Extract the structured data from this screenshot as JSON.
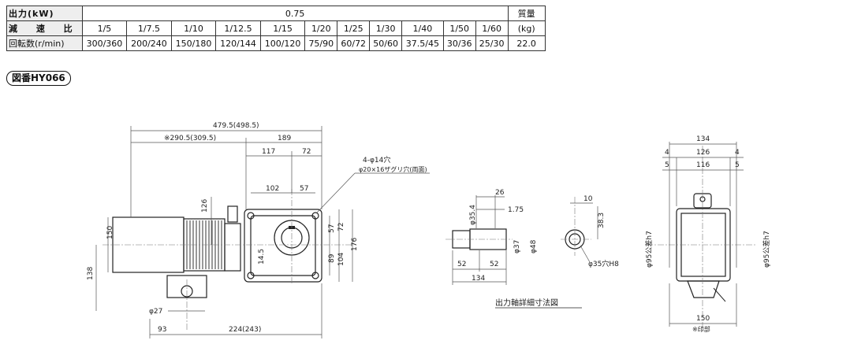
{
  "table": {
    "h_output": "出力(kW)",
    "output_value": "0.75",
    "h_ratio": "減 速 比",
    "h_rpm": "回転数(r/min)",
    "h_mass": "質量",
    "mass_unit": "(kg)",
    "mass_value": "22.0",
    "ratios": [
      "1/5",
      "1/7.5",
      "1/10",
      "1/12.5",
      "1/15",
      "1/20",
      "1/25",
      "1/30",
      "1/40",
      "1/50",
      "1/60"
    ],
    "rpms": [
      "300/360",
      "200/240",
      "150/180",
      "120/144",
      "100/120",
      "75/90",
      "60/72",
      "50/60",
      "37.5/45",
      "30/36",
      "25/30"
    ]
  },
  "figure_badge": "図番HY066",
  "drawing": {
    "main": {
      "d_total": "479.5(498.5)",
      "d_star": "※290.5(309.5)",
      "d_189": "189",
      "d_117": "117",
      "d_72a": "72",
      "d_102": "102",
      "d_57a": "57",
      "d_126": "126",
      "d_150": "150",
      "d_138": "138",
      "d_57b": "57",
      "d_72b": "72",
      "d_145": "14.5",
      "d_89": "89",
      "d_104": "104",
      "d_176": "176",
      "d_27": "φ27",
      "d_93": "93",
      "d_224": "224(243)",
      "note1": "4-φ14穴",
      "note2": "φ20×16ザグリ穴(両面)"
    },
    "shaft": {
      "d_354": "φ35.4",
      "d_26": "26",
      "d_175": "1.75",
      "d_37": "φ37",
      "d_48": "φ48",
      "d_52a": "52",
      "d_52b": "52",
      "d_134": "134",
      "d_10": "10",
      "d_383": "38.3",
      "d_35H8": "φ35穴H8",
      "caption": "出力軸詳細寸法図"
    },
    "side": {
      "d_134": "134",
      "d_126": "126",
      "d_116": "116",
      "d_4a": "4",
      "d_4b": "4",
      "d_5a": "5",
      "d_5b": "5",
      "d_95a": "φ95公差h7",
      "d_95b": "φ95公差h7",
      "d_150": "150",
      "mark": "※印部"
    }
  }
}
